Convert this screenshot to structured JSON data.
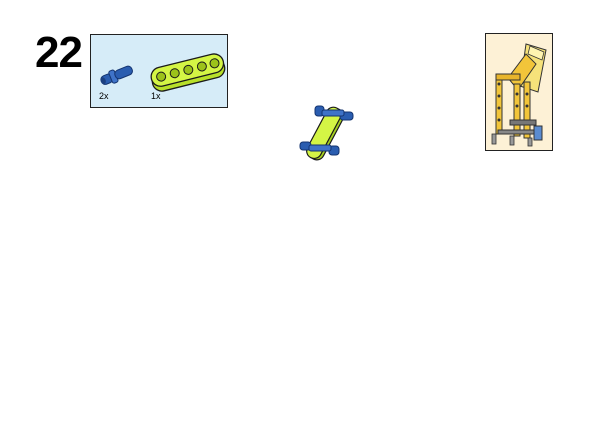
{
  "step": {
    "number": "22"
  },
  "parts_list": {
    "items": [
      {
        "name": "blue-connector-pin",
        "quantity": "2x",
        "color": "#2a5db0"
      },
      {
        "name": "lime-beam-5",
        "quantity": "1x",
        "color": "#c9f23a"
      }
    ],
    "background": "#d6ecf8"
  },
  "model_preview": {
    "background": "#fdf1d6"
  }
}
